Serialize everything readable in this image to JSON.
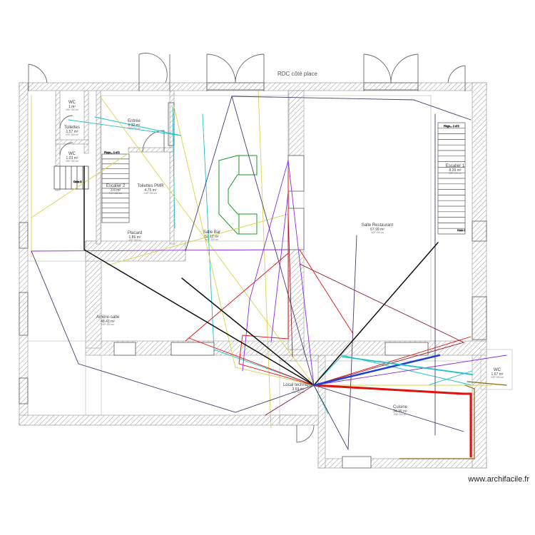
{
  "title": "RDC côté place",
  "footer": "www.archifacile.fr",
  "colors": {
    "wall_hatch": "#9a9a9a",
    "wall_line": "#8c8c8c",
    "wire_black": "#111111",
    "wire_red": "#e01010",
    "wire_blue": "#1f3fd6",
    "wire_cyan": "#20c0c8",
    "wire_yellow": "#d8d34a",
    "wire_purple": "#8a2be2",
    "wire_darkred": "#8b2030",
    "wire_green": "#1a9a2a",
    "wire_brown": "#8b6914",
    "wire_violet_dark": "#4b3a6e"
  },
  "rooms": [
    {
      "id": "wc1",
      "name": "WC",
      "area": "1 m²",
      "hsp": "HSP 250 cm"
    },
    {
      "id": "toilettes",
      "name": "Toilettes",
      "area": "1.57 m²",
      "hsp": "HSP 250 cm"
    },
    {
      "id": "wc2",
      "name": "WC",
      "area": "1.03 m²",
      "hsp": "HSP 250 cm"
    },
    {
      "id": "entree",
      "name": "Entrée",
      "area": "6.32 m²",
      "hsp": "HSP 250 cm"
    },
    {
      "id": "escalier2",
      "name": "Escalier 2",
      "area": "3.6 m²",
      "hsp": "HSP 250 cm"
    },
    {
      "id": "toilettes_pmr",
      "name": "Toilettes PMR",
      "area": "4.75 m²",
      "hsp": "HSP 250 cm"
    },
    {
      "id": "placard",
      "name": "Placard",
      "area": "1.86 m²",
      "hsp": "HSP 250 cm"
    },
    {
      "id": "salle_bar",
      "name": "Salle Bar",
      "area": "52.12 m²",
      "hsp": "HSP 250 cm"
    },
    {
      "id": "salle_restaurant",
      "name": "Salle Restaurant",
      "area": "67.99 m²",
      "hsp": "HSP 250 cm"
    },
    {
      "id": "escalier1",
      "name": "Escalier 1",
      "area": "8.39 m²",
      "hsp": "HSP 250 cm"
    },
    {
      "id": "arriere_salle",
      "name": "Arrière-salle",
      "area": "48.43 m²",
      "hsp": "HSP 250 cm"
    },
    {
      "id": "local_technique",
      "name": "Local technique",
      "area": "3.69 m²",
      "hsp": "HSP 250 cm"
    },
    {
      "id": "cuisine",
      "name": "Cuisine",
      "area": "34.39 m²",
      "hsp": "HSP 250 cm"
    },
    {
      "id": "wc3",
      "name": "WC",
      "area": "1.67 m²",
      "hsp": "HSP 250 cm"
    }
  ],
  "stair_labels": {
    "stair2_top": "Plage... 1 of 2",
    "stair2_side": "Conn 2",
    "stair1_top": "Plage... 1 of 2",
    "stair1_bottom": "Conn 1"
  }
}
